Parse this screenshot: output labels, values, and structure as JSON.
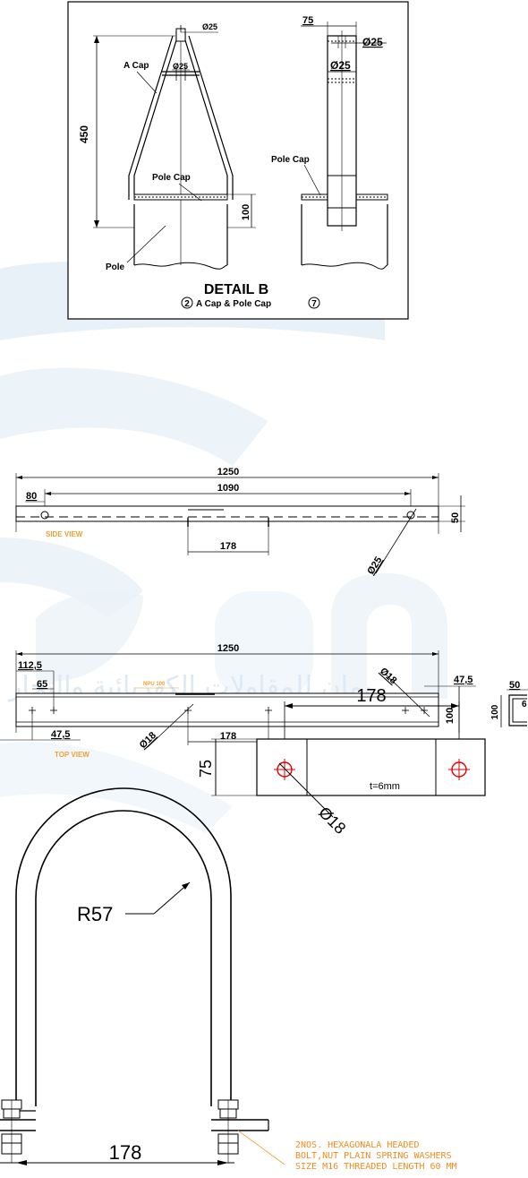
{
  "detail_b": {
    "labels": {
      "a_cap": "A Cap",
      "pole_cap": "Pole Cap",
      "pole_cap_side": "Pole Cap",
      "pole": "Pole"
    },
    "dims": {
      "d25_top": "Ø25",
      "d25_mid": "Ø25",
      "h450": "450",
      "h100": "100",
      "w75": "75",
      "d25_side_a": "Ø25",
      "d25_side_b": "Ø25"
    },
    "title": "DETAIL B",
    "subtitle_num_left": "2",
    "subtitle_text": "A Cap & Pole Cap",
    "subtitle_num_right": "7"
  },
  "side_view": {
    "dims": {
      "overall": "1250",
      "inner": "1090",
      "edge": "80",
      "height": "50",
      "spacing": "178",
      "hole": "Ø25"
    },
    "label": "SIDE VIEW"
  },
  "top_view": {
    "dims": {
      "overall": "1250",
      "left_offset": "112,5",
      "gap": "65",
      "edge": "47,5",
      "right_offset": "47,5",
      "height": "100",
      "spacing": "178",
      "hole_left": "Ø18",
      "hole_right": "Ø18"
    },
    "label": "TOP VIEW",
    "profile_tag": "NPU 100",
    "section_dims": {
      "width": "50",
      "height": "100",
      "thickness": "6"
    }
  },
  "plate": {
    "spacing": "178",
    "height": "75",
    "thickness": "t=6mm",
    "hole": "Ø18"
  },
  "u_bolt": {
    "radius": "R57",
    "spacing": "178",
    "note_lines": [
      "2NOS. HEXAGONALA HEADED",
      "BOLT,NUT PLAIN SPRING WASHERS",
      "SIZE M16 THREADED LENGTH  60 MM"
    ]
  },
  "watermark": {
    "text": "يمان للمقاولات الكهربائية والتجار",
    "color": "#dde9f3"
  }
}
